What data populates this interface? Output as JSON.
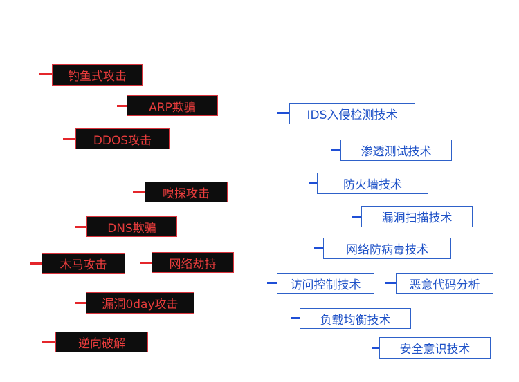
{
  "colors": {
    "attack_fill": "#0d0d0d",
    "attack_border": "#d9343d",
    "attack_text": "#e83c3c",
    "defense_border": "#2e61c9",
    "defense_text": "#1f52c7"
  },
  "attacks": [
    {
      "id": "phishing",
      "label": "钓鱼式攻击"
    },
    {
      "id": "arp-spoofing",
      "label": "ARP欺骗"
    },
    {
      "id": "ddos",
      "label": "DDOS攻击"
    },
    {
      "id": "sniffing",
      "label": "嗅探攻击"
    },
    {
      "id": "dns-spoofing",
      "label": "DNS欺骗"
    },
    {
      "id": "trojan",
      "label": "木马攻击"
    },
    {
      "id": "hijacking",
      "label": "网络劫持"
    },
    {
      "id": "zero-day",
      "label": "漏洞0day攻击"
    },
    {
      "id": "reverse-cracking",
      "label": "逆向破解"
    }
  ],
  "defenses": [
    {
      "id": "ids",
      "label": "IDS入侵检测技术"
    },
    {
      "id": "pentest",
      "label": "渗透测试技术"
    },
    {
      "id": "firewall",
      "label": "防火墙技术"
    },
    {
      "id": "vuln-scan",
      "label": "漏洞扫描技术"
    },
    {
      "id": "antivirus",
      "label": "网络防病毒技术"
    },
    {
      "id": "access-control",
      "label": "访问控制技术"
    },
    {
      "id": "malware-analysis",
      "label": "恶意代码分析"
    },
    {
      "id": "load-balance",
      "label": "负载均衡技术"
    },
    {
      "id": "security-awareness",
      "label": "安全意识技术"
    }
  ]
}
